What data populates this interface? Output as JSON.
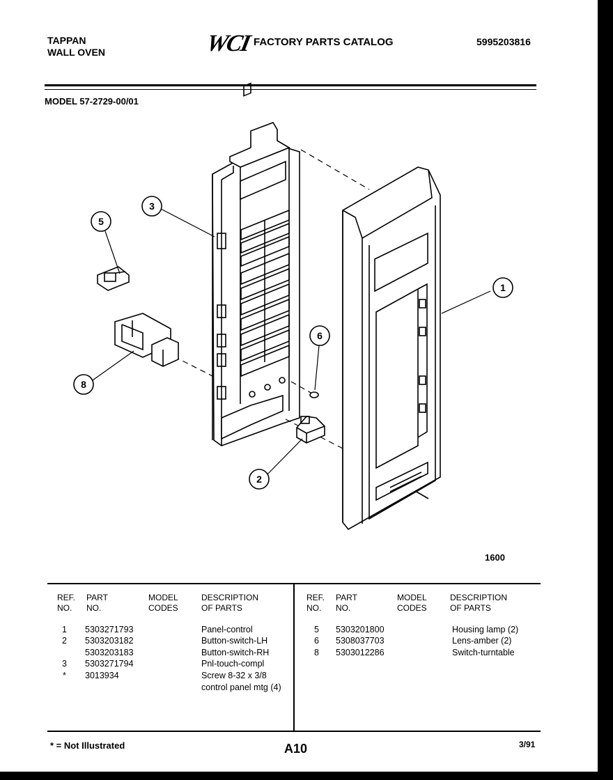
{
  "header": {
    "brand_line1": "TAPPAN",
    "brand_line2": "WALL OVEN",
    "logo": "WCI",
    "catalog_title": "FACTORY PARTS CATALOG",
    "catalog_number": "5995203816",
    "model": "MODEL 57-2729-00/01"
  },
  "diagram": {
    "callouts": [
      "1",
      "2",
      "3",
      "5",
      "6",
      "8"
    ],
    "figure_number": "1600"
  },
  "table": {
    "headers": {
      "ref": [
        "REF.",
        "NO."
      ],
      "part": [
        "PART",
        "NO."
      ],
      "model": [
        "MODEL",
        "CODES"
      ],
      "description": [
        "DESCRIPTION",
        "OF PARTS"
      ]
    },
    "left_rows": [
      {
        "ref": "1",
        "part": "5303271793",
        "desc": "Panel-control"
      },
      {
        "ref": "2",
        "part": "5303203182",
        "desc": "Button-switch-LH"
      },
      {
        "ref": "",
        "part": "5303203183",
        "desc": "Button-switch-RH"
      },
      {
        "ref": "3",
        "part": "5303271794",
        "desc": "Pnl-touch-compl"
      },
      {
        "ref": "*",
        "part": "3013934",
        "desc": "Screw 8-32 x 3/8"
      },
      {
        "ref": "",
        "part": "",
        "desc": "control panel mtg (4)"
      }
    ],
    "right_rows": [
      {
        "ref": "5",
        "part": "5303201800",
        "desc": "Housing lamp (2)"
      },
      {
        "ref": "6",
        "part": "5308037703",
        "desc": "Lens-amber (2)"
      },
      {
        "ref": "8",
        "part": "5303012286",
        "desc": "Switch-turntable"
      }
    ]
  },
  "footer": {
    "note": "* = Not Illustrated",
    "page": "A10",
    "date": "3/91"
  }
}
